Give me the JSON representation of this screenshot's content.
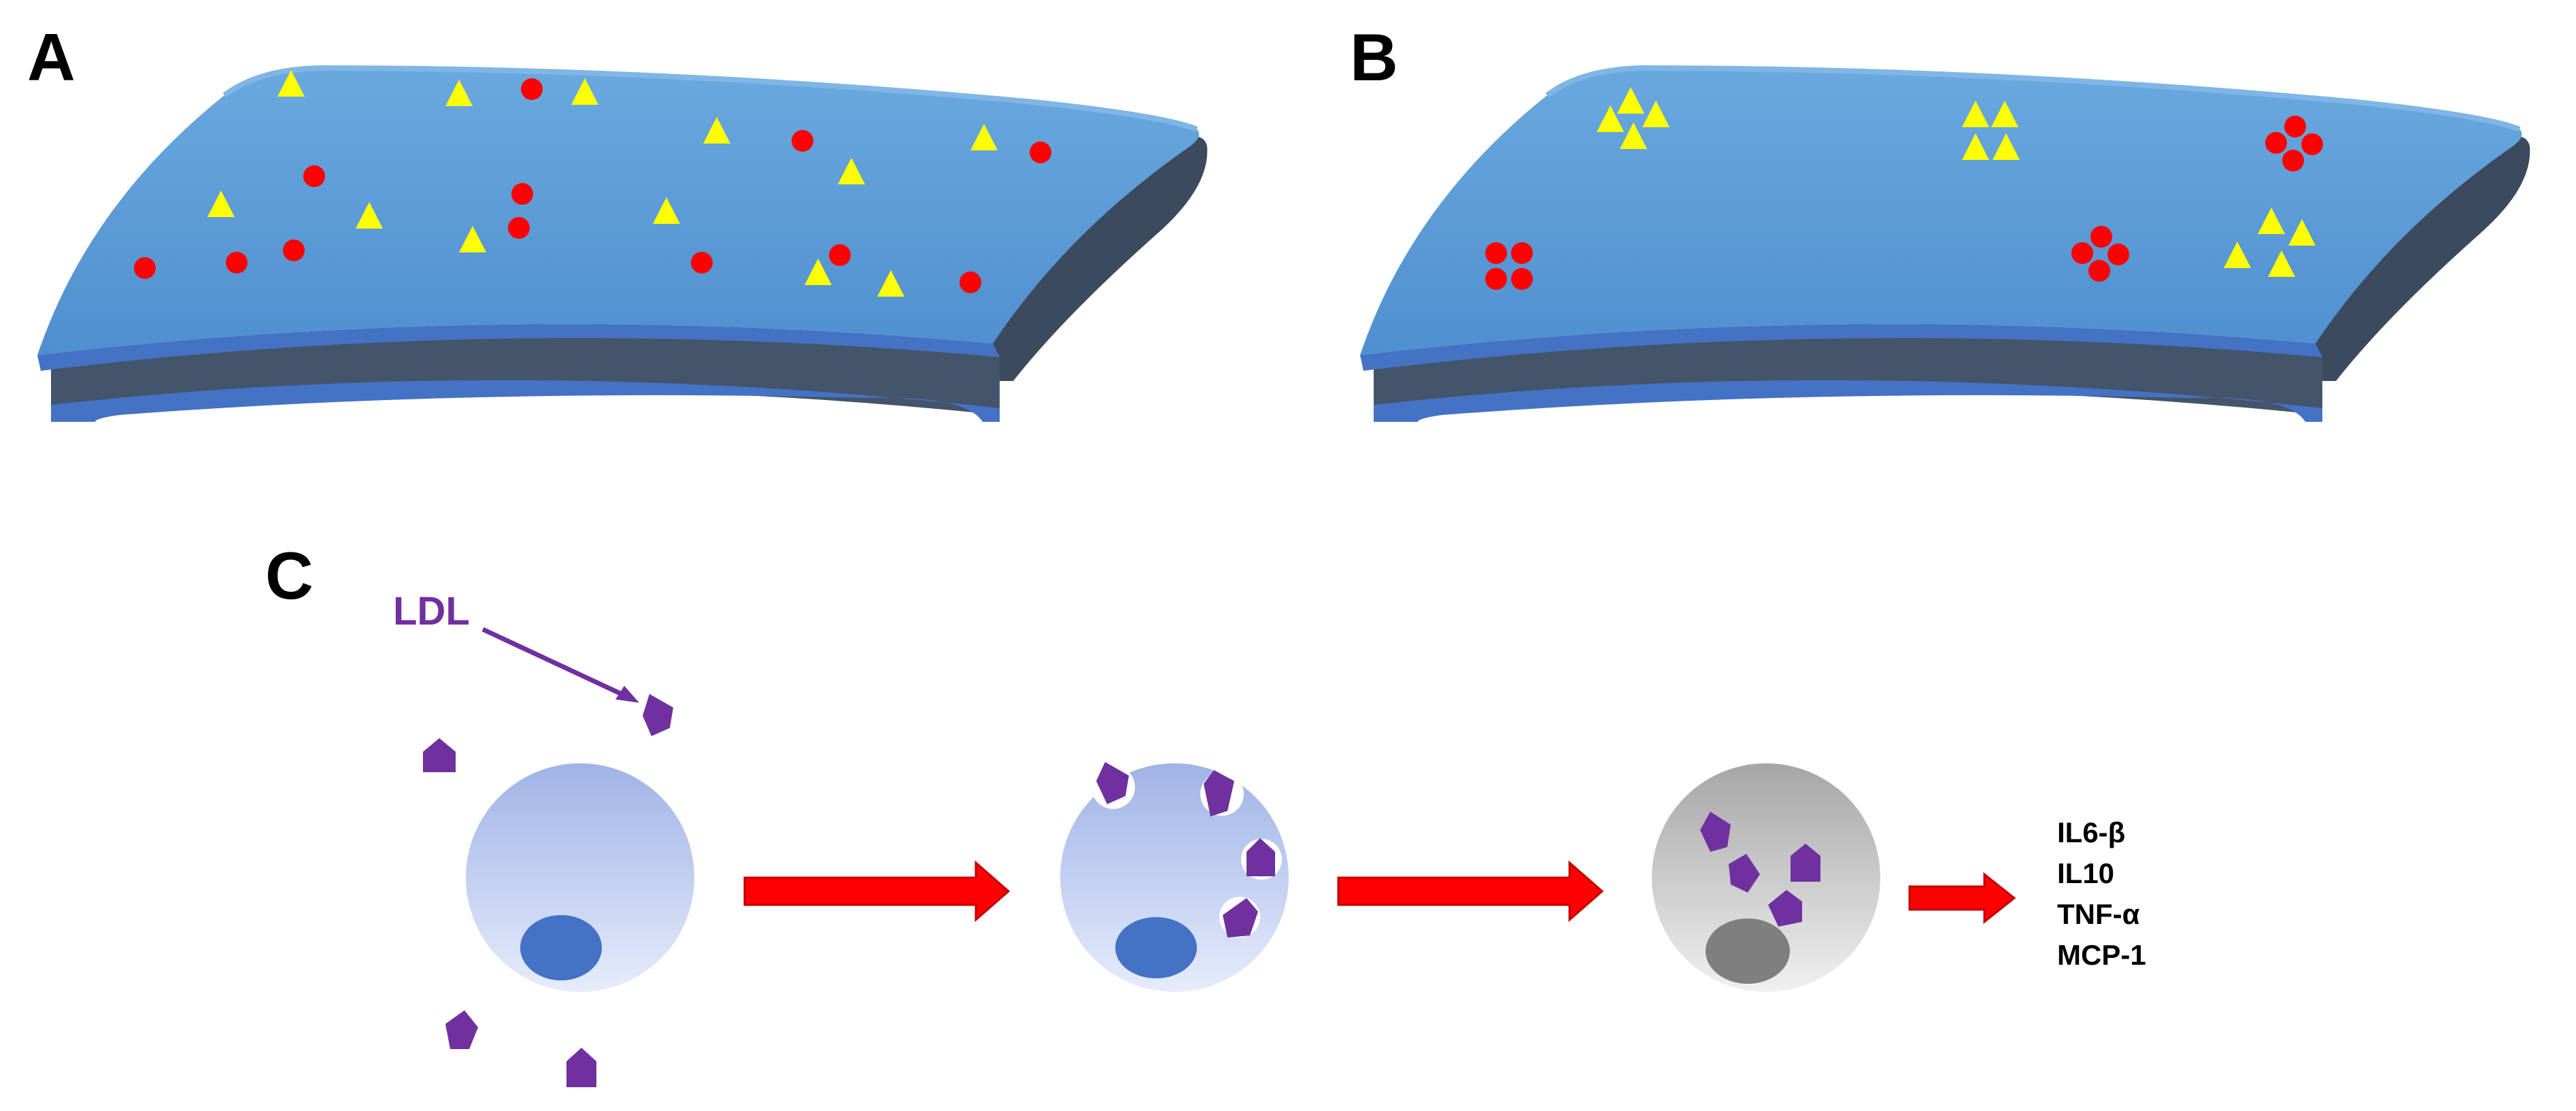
{
  "panels": {
    "a": "A",
    "b": "B",
    "c": "C"
  },
  "ldl": "LDL",
  "cytokines": [
    "IL6-β",
    "IL10",
    "TNF-α",
    "MCP-1"
  ],
  "colors": {
    "vessel_top": "#5b9bd5",
    "vessel_rim": "#4472c4",
    "vessel_wall": "#44546a",
    "triangle": "#ffff00",
    "dot": "#ff0000",
    "ldl": "#7030a0",
    "arrow": "#ff0000",
    "cell_blue": "#b4c7e7",
    "nucleus_blue": "#4472c4",
    "cell_gray": "#bfbfbf",
    "nucleus_gray": "#7f7f7f"
  }
}
